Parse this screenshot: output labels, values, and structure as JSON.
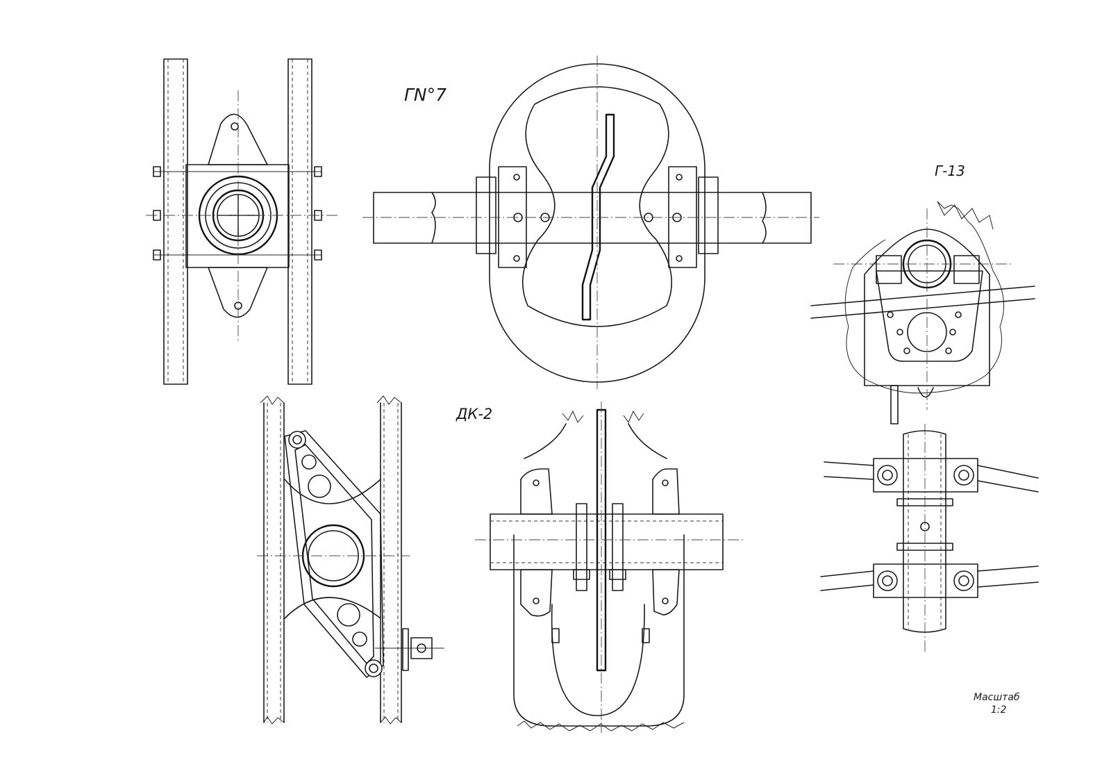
{
  "labels": {
    "gn7": "ГN°7",
    "g13": "Г-13",
    "dk2": "ДК-2",
    "scale_word": "Масштаб",
    "scale_value": "1:2"
  }
}
